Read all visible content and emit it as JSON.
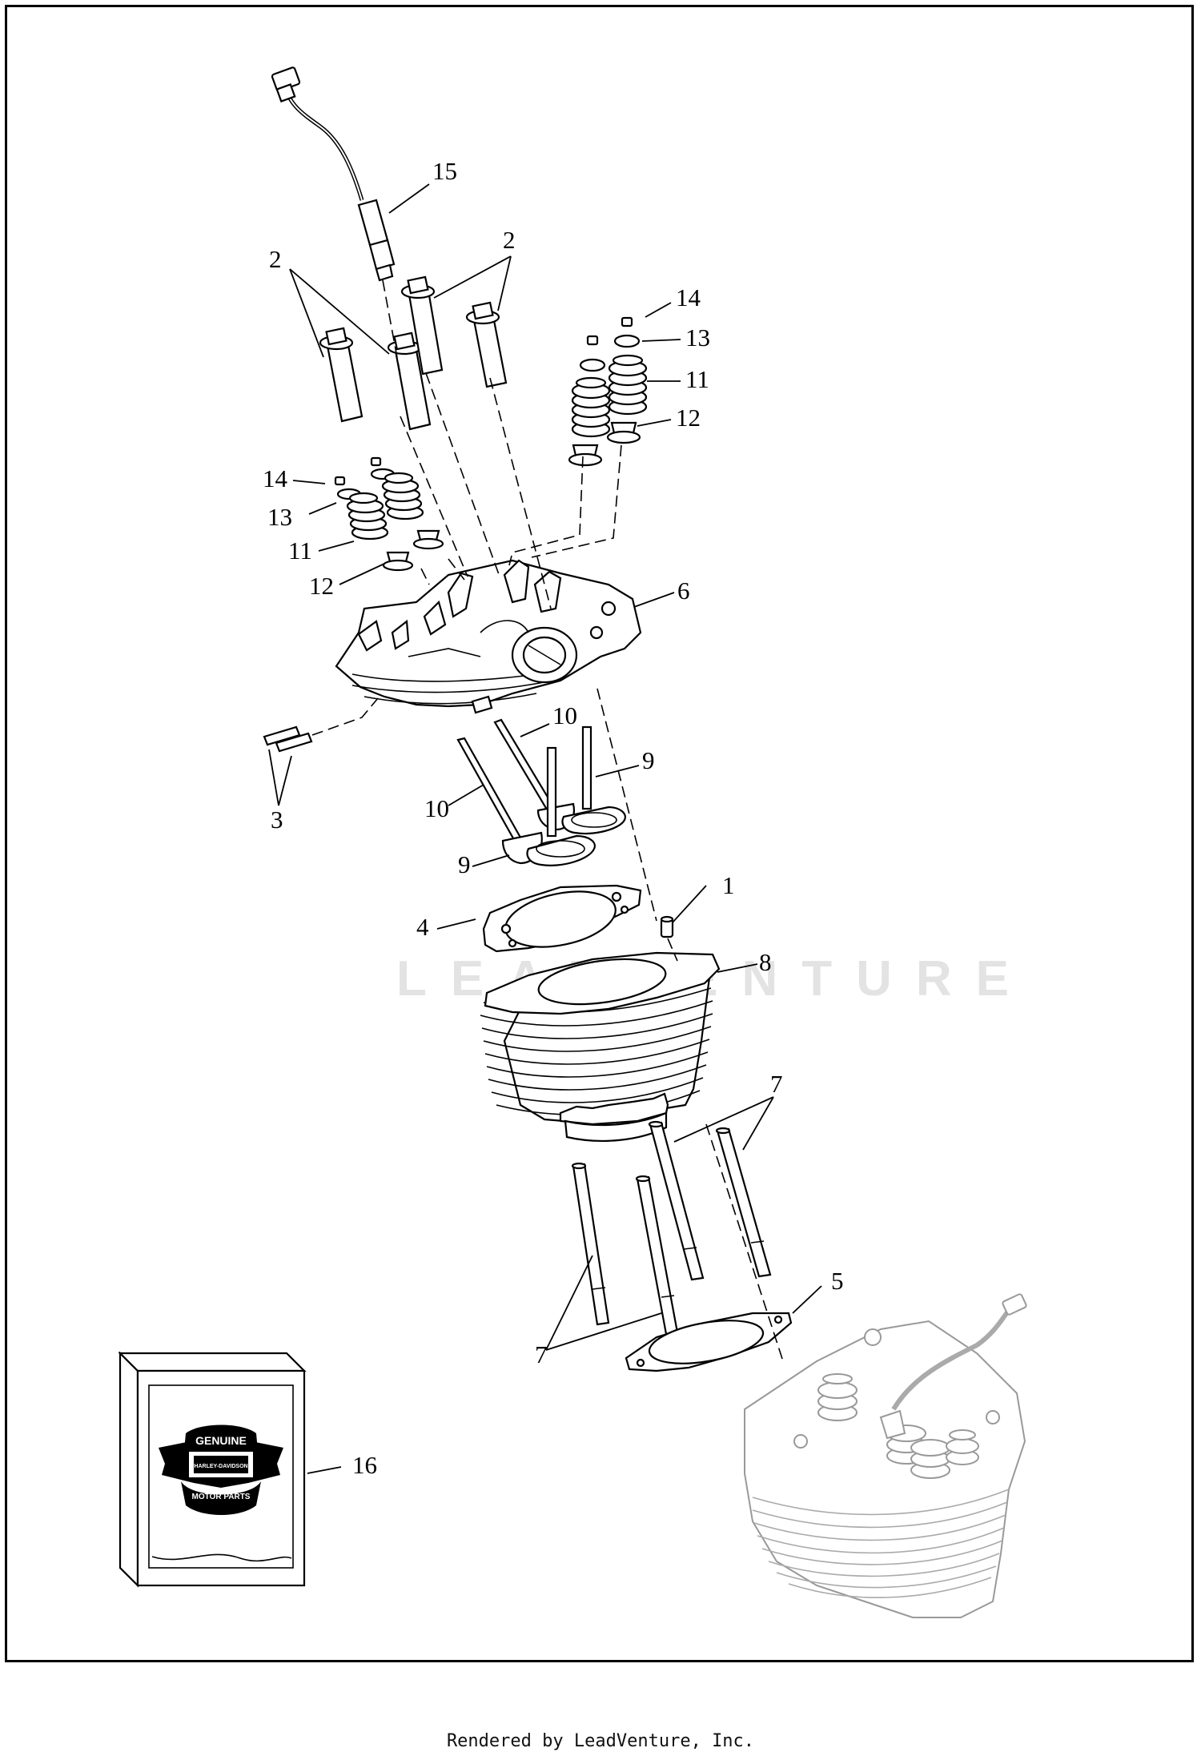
{
  "footer": "Rendered by LeadVenture, Inc.",
  "watermark": "LEADVENTURE",
  "callouts": [
    {
      "id": "15",
      "text": "15"
    },
    {
      "id": "2a",
      "text": "2"
    },
    {
      "id": "2b",
      "text": "2"
    },
    {
      "id": "14a",
      "text": "14"
    },
    {
      "id": "13a",
      "text": "13"
    },
    {
      "id": "11a",
      "text": "11"
    },
    {
      "id": "12a",
      "text": "12"
    },
    {
      "id": "14b",
      "text": "14"
    },
    {
      "id": "13b",
      "text": "13"
    },
    {
      "id": "11b",
      "text": "11"
    },
    {
      "id": "12b",
      "text": "12"
    },
    {
      "id": "6",
      "text": "6"
    },
    {
      "id": "10a",
      "text": "10"
    },
    {
      "id": "9a",
      "text": "9"
    },
    {
      "id": "10b",
      "text": "10"
    },
    {
      "id": "3",
      "text": "3"
    },
    {
      "id": "9b",
      "text": "9"
    },
    {
      "id": "1",
      "text": "1"
    },
    {
      "id": "4",
      "text": "4"
    },
    {
      "id": "8",
      "text": "8"
    },
    {
      "id": "7a",
      "text": "7"
    },
    {
      "id": "5",
      "text": "5"
    },
    {
      "id": "7b",
      "text": "7"
    },
    {
      "id": "16",
      "text": "16"
    }
  ],
  "logo": {
    "top": "GENUINE",
    "brand": "HARLEY-DAVIDSON",
    "bottom": "MOTOR PARTS"
  }
}
